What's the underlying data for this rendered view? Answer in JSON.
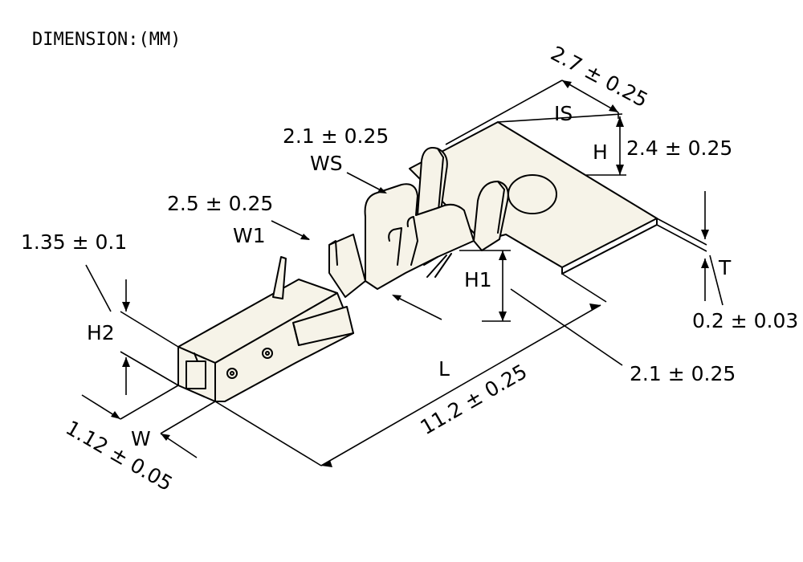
{
  "header": {
    "units_note": "DIMENSION:(MM)"
  },
  "labels": {
    "ws_value": "2.1 ± 0.25",
    "ws": "WS",
    "is": "IS",
    "is_value": "2.7 ± 0.25",
    "h": "H",
    "h_value": "2.4 ± 0.25",
    "w1_value": "2.5 ± 0.25",
    "w1": "W1",
    "h2_value": "1.35 ± 0.1",
    "h2": "H2",
    "h1": "H1",
    "h1_value": "2.1 ± 0.25",
    "t": "T",
    "t_value": "0.2 ± 0.03",
    "l": "L",
    "l_value": "11.2 ± 0.25",
    "w": "W",
    "w_value": "1.12 ± 0.05"
  }
}
